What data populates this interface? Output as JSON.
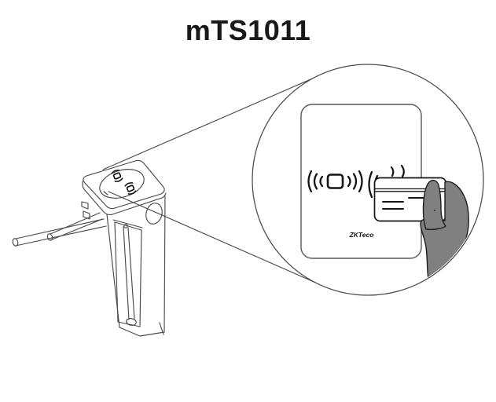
{
  "title": "mTS1011",
  "callout": {
    "logo_text": "ZKTeco"
  },
  "icons": {
    "turnstile": "tripod-turnstile-illustration",
    "contactless": "contactless-wave-icon",
    "card": "rfid-card-icon",
    "hand": "hand-holding-card-icon"
  },
  "colors": {
    "background": "#ffffff",
    "line": "#4a4a4a",
    "icon_line": "#141414",
    "hand_fill": "#808080",
    "title_text": "#191919"
  }
}
